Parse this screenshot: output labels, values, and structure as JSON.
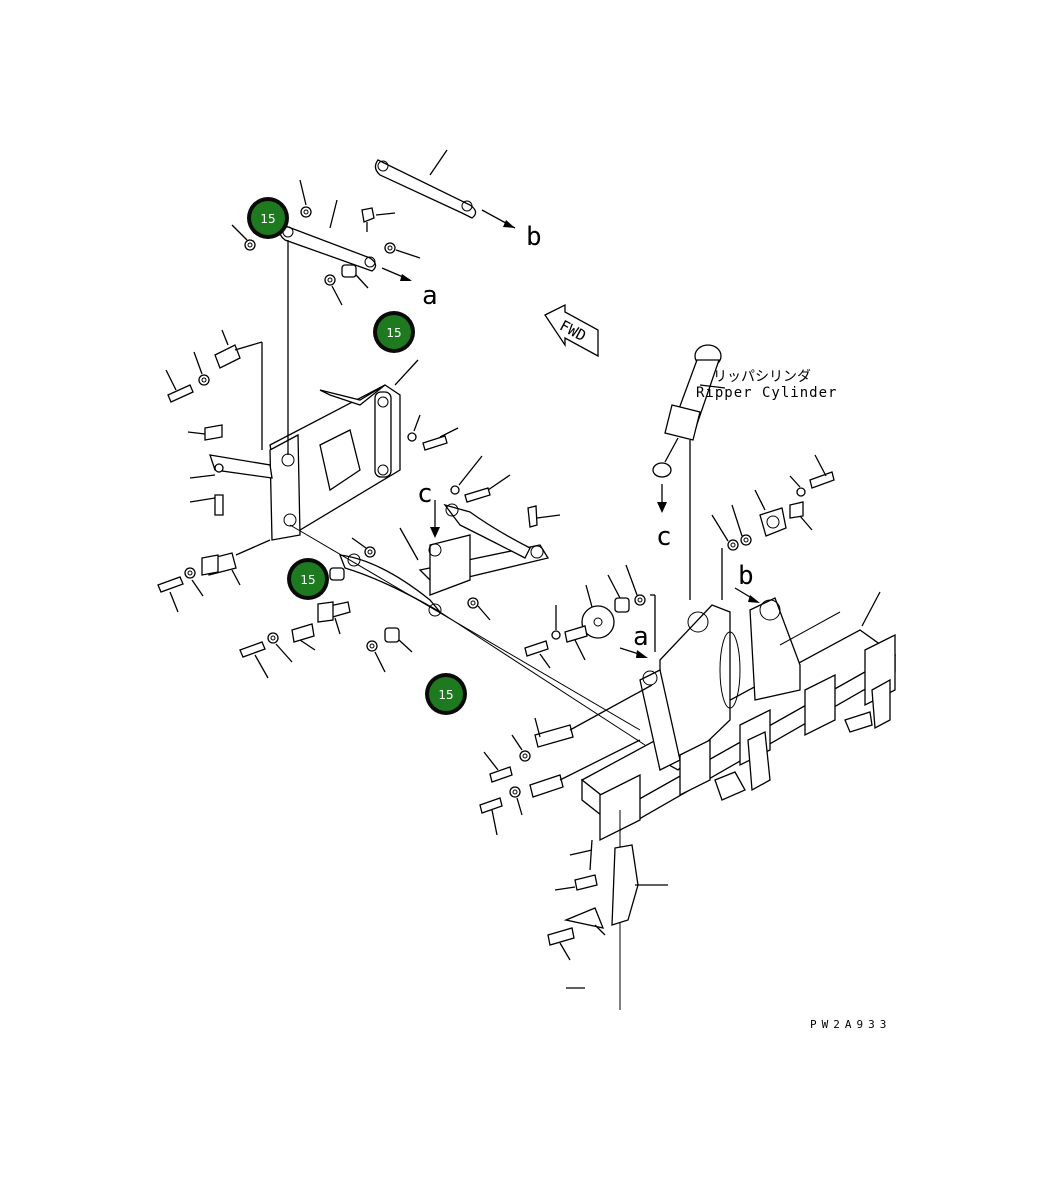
{
  "callouts": [
    {
      "label": "15"
    },
    {
      "label": "15"
    },
    {
      "label": "15"
    },
    {
      "label": "15"
    }
  ],
  "letters": {
    "a": "a",
    "b": "b",
    "c": "c"
  },
  "fwd_label": "FWD",
  "cylinder_label_ja": "リッパシリンダ",
  "cylinder_label_en": "Ripper Cylinder",
  "drawing_code": "PW2A933",
  "colors": {
    "callout_fill": "#1e7a1e",
    "callout_ring": "#0a0a0a",
    "line": "#000000"
  }
}
